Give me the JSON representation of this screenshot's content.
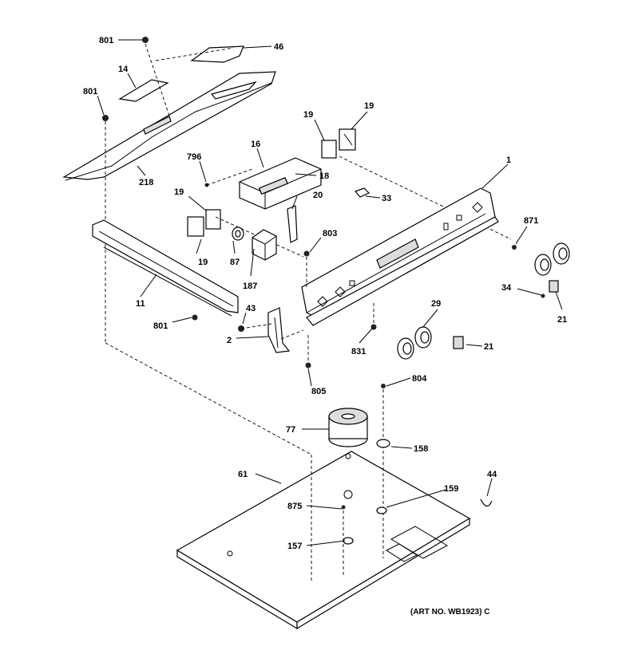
{
  "callouts": [
    "801",
    "46",
    "14",
    "801",
    "218",
    "796",
    "16",
    "18",
    "19",
    "19",
    "19",
    "20",
    "33",
    "1",
    "19",
    "87",
    "187",
    "871",
    "11",
    "801",
    "43",
    "2",
    "803",
    "831",
    "29",
    "34",
    "21",
    "21",
    "805",
    "804",
    "77",
    "158",
    "61",
    "875",
    "159",
    "44",
    "157"
  ],
  "art_number": "(ART NO. WB1923) C"
}
